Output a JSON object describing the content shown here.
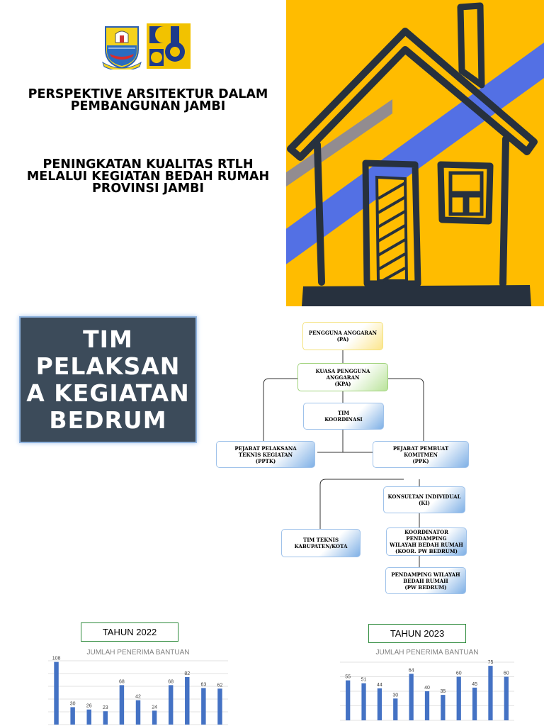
{
  "header": {
    "title1_lines": [
      "PERSPEKTIVE ARSITEKTUR DALAM",
      "PEMBANGUNAN JAMBI"
    ],
    "title2_lines": [
      "PENINGKATAN KUALITAS RTLH",
      "MELALUI KEGIATAN BEDAH RUMAH",
      "PROVINSI JAMBI"
    ]
  },
  "logos": [
    "jambi-province-emblem",
    "pupr-logo"
  ],
  "illustration": {
    "name": "house-illustration",
    "background": "#ffbc00",
    "stroke": "#27313e",
    "accent": "#4a6cf0"
  },
  "tim_box": {
    "lines": [
      "TIM",
      "PELAKSAN",
      "A KEGIATAN",
      "BEDRUM"
    ],
    "background": "#3c4b5a"
  },
  "org_chart": {
    "nodes": {
      "pa": [
        "PENGGUNA ANGGARAN",
        "(PA)"
      ],
      "kpa": [
        "KUASA PENGGUNA ANGGARAN",
        "(KPA)"
      ],
      "koordinasi": [
        "TIM",
        "KOORDINASI"
      ],
      "pptk": [
        "PEJABAT PELAKSANA",
        "TEKNIS KEGIATAN",
        "(PPTK)"
      ],
      "ppk": [
        "PEJABAT PEMBUAT",
        "KOMITMEN",
        "(PPK)"
      ],
      "ki": [
        "KONSULTAN INDIVIDUAL",
        "(KI)"
      ],
      "tim_teknis": [
        "TIM TEKNIS",
        "KABUPATEN/KOTA"
      ],
      "koordinator": [
        "KOORDINATOR PENDAMPING",
        "WILAYAH BEDAH RUMAH",
        "(KOOR. PW BEDRUM)"
      ],
      "pendamping": [
        "PENDAMPING WILAYAH",
        "BEDAH RUMAH",
        "(PW BEDRUM)"
      ]
    }
  },
  "chart_data": [
    {
      "type": "bar",
      "tag": "TAHUN 2022",
      "title": "JUMLAH PENERIMA BANTUAN",
      "values": [
        108,
        30,
        26,
        23,
        68,
        42,
        24,
        68,
        82,
        63,
        62
      ],
      "ylim": [
        0,
        110
      ],
      "grid": true,
      "bar_color": "#4472c4"
    },
    {
      "type": "bar",
      "tag": "TAHUN 2023",
      "title": "JUMLAH PENERIMA BANTUAN",
      "values": [
        55,
        51,
        44,
        30,
        64,
        40,
        35,
        60,
        45,
        75,
        60
      ],
      "ylim": [
        0,
        80
      ],
      "grid": true,
      "bar_color": "#4472c4"
    }
  ]
}
